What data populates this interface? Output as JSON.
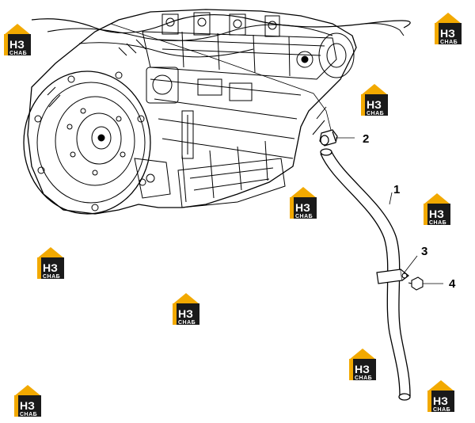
{
  "callouts": [
    {
      "id": "1",
      "label": "1"
    },
    {
      "id": "2",
      "label": "2"
    },
    {
      "id": "3",
      "label": "3"
    },
    {
      "id": "4",
      "label": "4"
    }
  ],
  "watermark": {
    "top": "НЗ",
    "bottom": "СНАБ",
    "colors": {
      "roof": "#f2a900",
      "box": "#1a1a1a",
      "text": "#ffffff"
    }
  },
  "colors": {
    "line": "#000000",
    "background": "#ffffff"
  }
}
